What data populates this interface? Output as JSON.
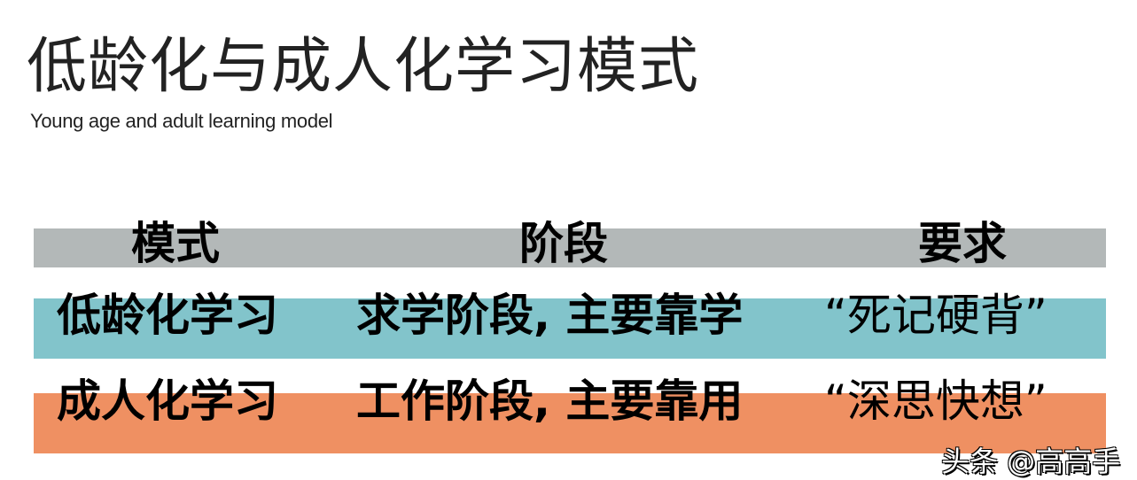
{
  "title": "低龄化与成人化学习模式",
  "subtitle": "Young age and adult learning model",
  "colors": {
    "header_band": "#b3b8b8",
    "row1_band": "#82c4cb",
    "row2_band": "#ef9062",
    "text": "#000000"
  },
  "table": {
    "headers": [
      "模式",
      "阶段",
      "要求"
    ],
    "rows": [
      {
        "mode": "低龄化学习",
        "stage": "求学阶段, 主要靠学",
        "requirement": "“死记硬背”"
      },
      {
        "mode": "成人化学习",
        "stage": "工作阶段, 主要靠用",
        "requirement": "“深思快想”"
      }
    ]
  },
  "watermark": "头条 @高高手"
}
